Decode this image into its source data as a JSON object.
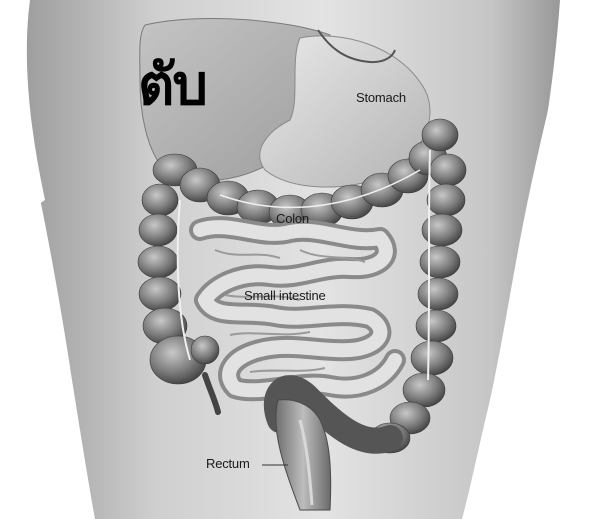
{
  "title": "ตับ",
  "labels": {
    "stomach": "Stomach",
    "colon": "Colon",
    "small_intestine": "Small intestine",
    "rectum": "Rectum"
  },
  "colors": {
    "background": "#ffffff",
    "body": "#bdbdbd",
    "organ_dark": "#5f5f5f",
    "organ_light": "#d9d9d9"
  }
}
